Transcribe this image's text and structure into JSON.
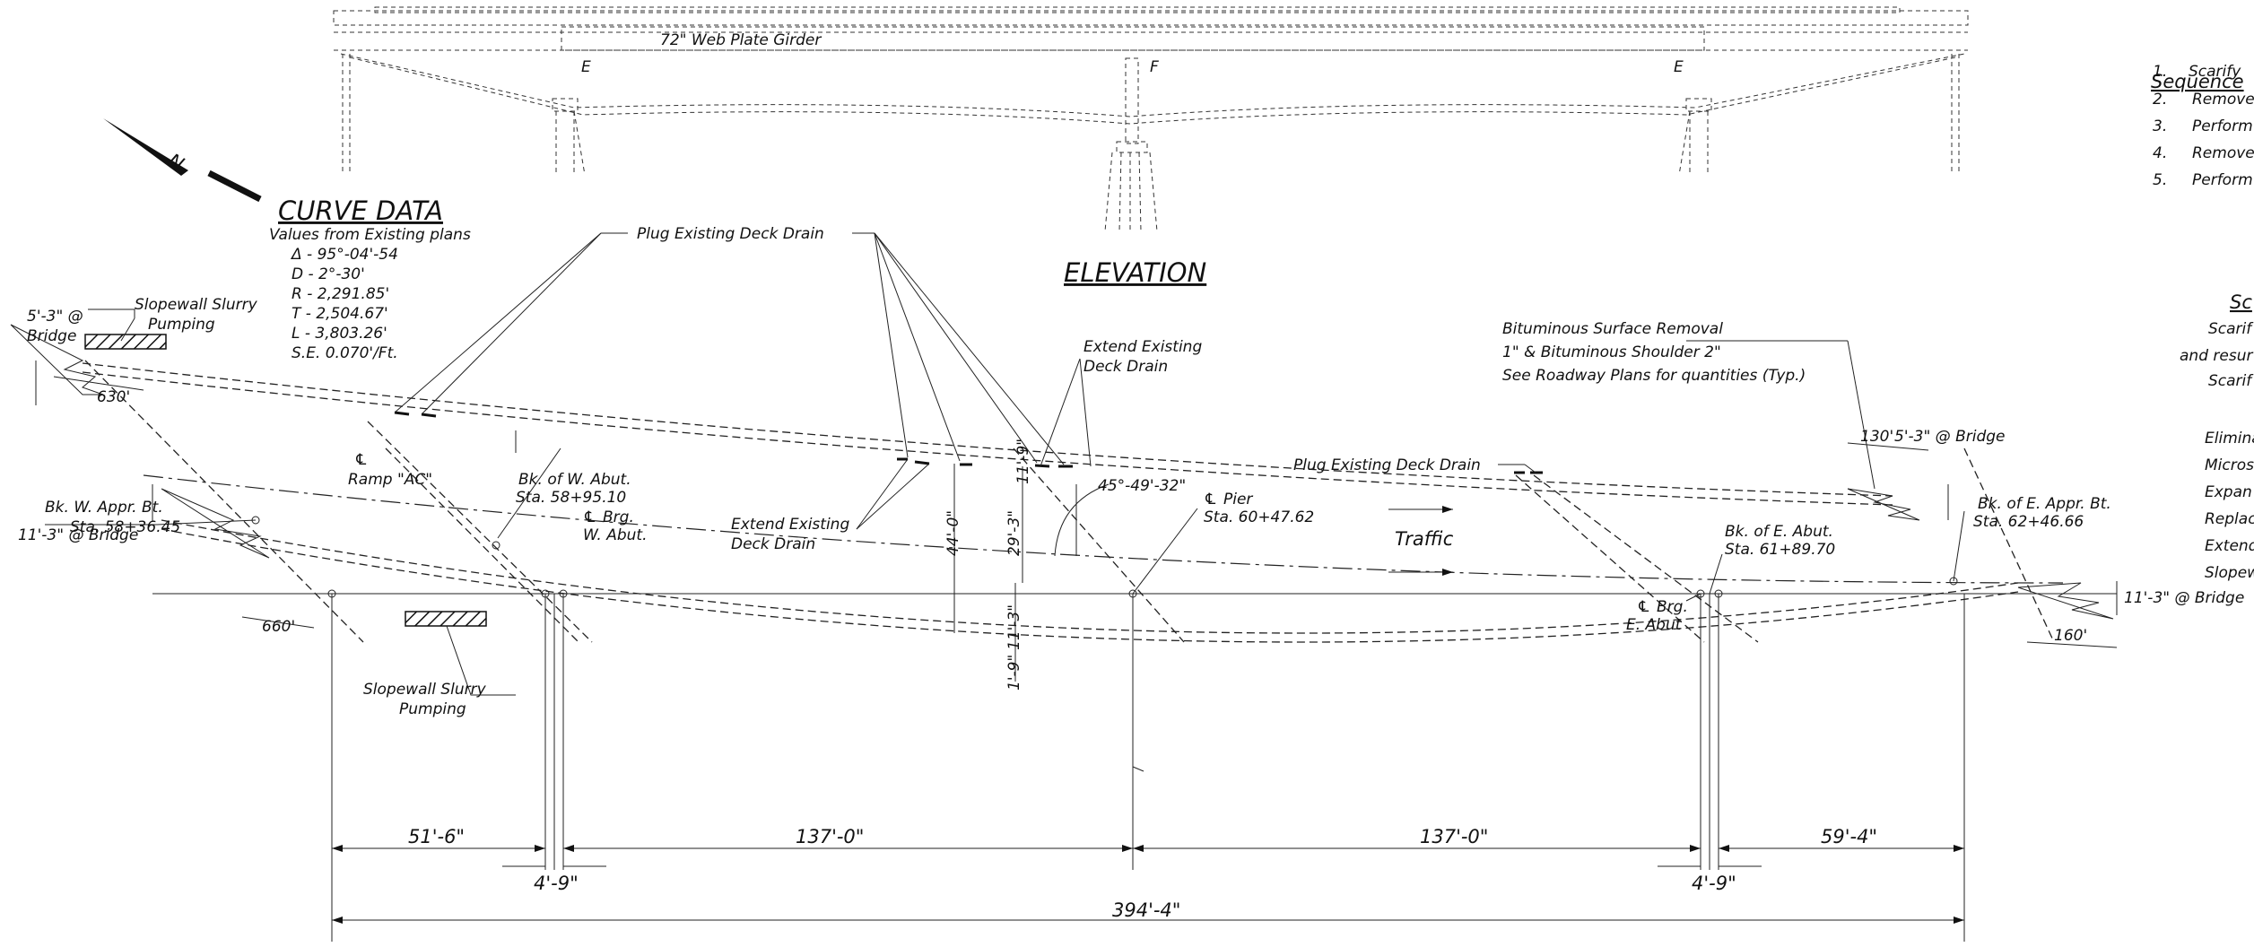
{
  "elevation": {
    "girder_label": "72\" Web Plate Girder",
    "bearing_e_left": "E",
    "bearing_f": "F",
    "bearing_e_right": "E",
    "title": "ELEVATION"
  },
  "curve_data": {
    "title": "CURVE DATA",
    "subtitle": "Values from Existing plans",
    "delta": "Δ - 95°-04'-54",
    "d": "D - 2°-30'",
    "r": "R - 2,291.85'",
    "t": "T - 2,504.67'",
    "l": "L - 3,803.26'",
    "se": "S.E. 0.070'/Ft."
  },
  "north_arrow": {
    "letter": "N"
  },
  "plan_labels": {
    "plug_drain_top": "Plug Existing Deck Drain",
    "plug_drain_right": "Plug Existing Deck Drain",
    "slopewall_top_1": "Slopewall Slurry",
    "slopewall_top_2": "Pumping",
    "slopewall_bottom_1": "Slopewall Slurry",
    "slopewall_bottom_2": "Pumping",
    "bridge_53_left_1": "5'-3\" @",
    "bridge_53_left_2": "Bridge",
    "bridge_53_right": "5'-3\" @ Bridge",
    "bridge_113_left": "11'-3\" @ Bridge",
    "bridge_113_right": "11'-3\" @ Bridge",
    "bk_w_appr_1": "Bk. W. Appr. Bt.",
    "bk_w_appr_2": "Sta. 58+36.45",
    "ramp_1": "Ramp \"AC\"",
    "bk_w_abut_1": "Bk. of W. Abut.",
    "bk_w_abut_2": "Sta. 58+95.10",
    "brg_w_abut_1": "Brg.",
    "brg_w_abut_2": "W. Abut.",
    "extend_drain_left_1": "Extend Existing",
    "extend_drain_left_2": "Deck Drain",
    "extend_drain_top_1": "Extend Existing",
    "extend_drain_top_2": "Deck Drain",
    "angle": "45°-49'-32\"",
    "pier_1": "Pier",
    "pier_2": "Sta. 60+47.62",
    "traffic": "Traffic",
    "bituminous_1": "Bituminous Surface Removal",
    "bituminous_2": "1\" & Bituminous Shoulder 2\"",
    "bituminous_3": "See Roadway Plans for quantities (Typ.)",
    "bk_e_abut_1": "Bk. of E. Abut.",
    "bk_e_abut_2": "Sta. 61+89.70",
    "brg_e_abut_1": "Brg.",
    "brg_e_abut_2": "E. Abut",
    "bk_e_appr_1": "Bk. of E. Appr. Bt.",
    "bk_e_appr_2": "Sta. 62+46.66",
    "dim_630": "630'",
    "dim_660": "660'",
    "dim_130": "130'",
    "dim_160": "160'",
    "dim_440": "44'-0\"",
    "dim_293": "29'-3\"",
    "dim_119_top": "11'-9\"",
    "dim_113_v": "11'-3\"",
    "dim_19": "1'-9\""
  },
  "dimensions": {
    "d_51_6": "51'-6\"",
    "d_137_0_left": "137'-0\"",
    "d_137_0_right": "137'-0\"",
    "d_59_4": "59'-4\"",
    "d_4_9_left": "4'-9\"",
    "d_4_9_right": "4'-9\"",
    "d_394_4": "394'-4\""
  },
  "sequence": {
    "title": "Sequence",
    "items": [
      {
        "num": "1.",
        "text": "Scarify"
      },
      {
        "num": "2.",
        "text": "Remove"
      },
      {
        "num": "3.",
        "text": "Perform"
      },
      {
        "num": "4.",
        "text": "Remove"
      },
      {
        "num": "5.",
        "text": "Perform"
      }
    ]
  },
  "schedule": {
    "title": "Sc",
    "lines": [
      "Scarif",
      "and resur",
      "Scarif",
      "Elimina",
      "Micros",
      "Expan",
      "Replac",
      "Extend",
      "Slopew"
    ]
  }
}
